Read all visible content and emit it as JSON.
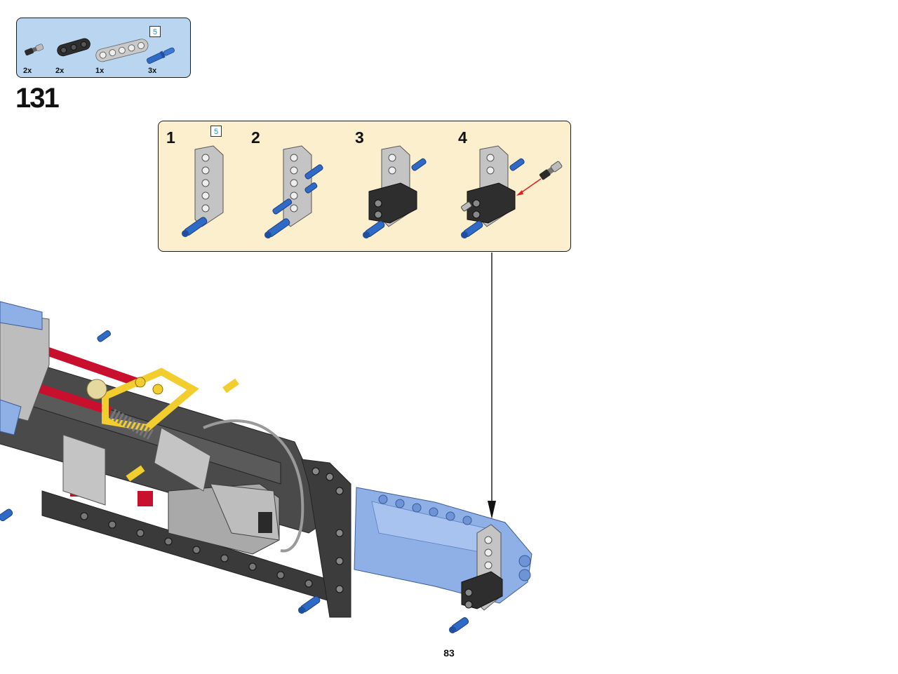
{
  "parts_list": {
    "items": [
      {
        "name": "axle-pin-icon",
        "qty": "2x"
      },
      {
        "name": "black-beam-3-icon",
        "qty": "2x"
      },
      {
        "name": "gray-beam-5-icon",
        "qty": "1x"
      },
      {
        "name": "blue-pin-icon",
        "qty": "3x"
      }
    ],
    "beam_length_badge": "5"
  },
  "step": {
    "number": "131"
  },
  "sub_steps": {
    "items": [
      {
        "number": "1"
      },
      {
        "number": "2"
      },
      {
        "number": "3"
      },
      {
        "number": "4"
      }
    ],
    "beam_length_badge": "5"
  },
  "colors": {
    "parts_box_bg": "#b9d5ef",
    "sub_box_bg": "#fcefcd",
    "brick_blue": "#2f6bc6",
    "light_gray": "#b7b7b7",
    "dark_gray": "#3a3a3a",
    "red": "#c8102e",
    "yellow": "#f2cd2e",
    "medium_blue": "#8fb0e6"
  },
  "page": {
    "number": "83"
  }
}
